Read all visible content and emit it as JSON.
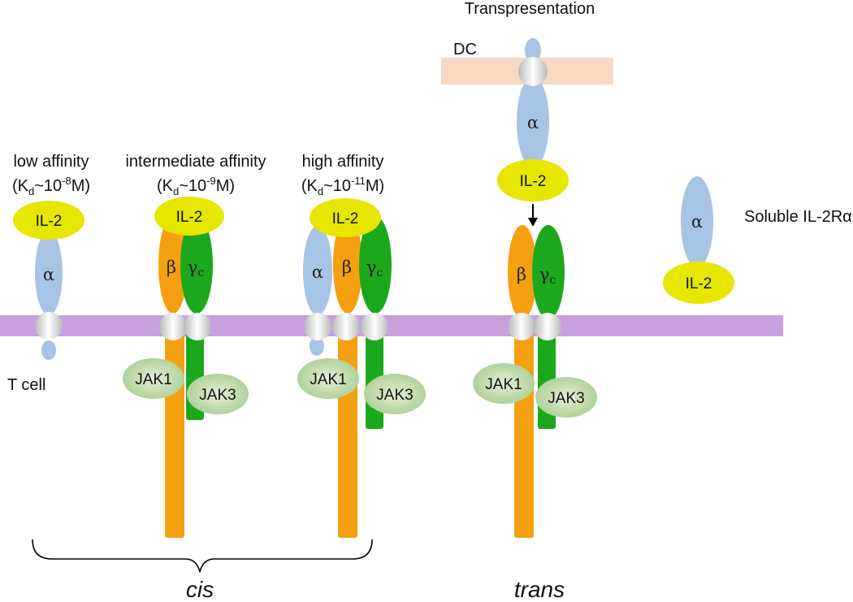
{
  "title": "Transpresentation",
  "dc_label": "DC",
  "t_cell_label": "T cell",
  "affinities": {
    "low": {
      "name": "low affinity",
      "kd_prefix": "(K",
      "kd_sub": "d",
      "kd_mid": "~10",
      "kd_exp": "-8",
      "kd_suffix": "M)"
    },
    "intermediate": {
      "name": "intermediate affinity",
      "kd_prefix": "(K",
      "kd_sub": "d",
      "kd_mid": "~10",
      "kd_exp": "-9",
      "kd_suffix": "M)"
    },
    "high": {
      "name": "high affinity",
      "kd_prefix": "(K",
      "kd_sub": "d",
      "kd_mid": "~10",
      "kd_exp": "-11",
      "kd_suffix": "M)"
    }
  },
  "molecules": {
    "il2": "IL-2",
    "alpha": "α",
    "beta": "β",
    "gamma": "γ",
    "gamma_sub": "c",
    "jak1": "JAK1",
    "jak3": "JAK3"
  },
  "soluble_label": "Soluble IL-2Rα",
  "cis_label": "cis",
  "trans_label": "trans",
  "colors": {
    "membrane": "#c8a0e0",
    "dc_membrane": "#f8d8c0",
    "il2": "#e6e600",
    "alpha": "#a8c4e4",
    "beta": "#f5a010",
    "gamma": "#1ca81c",
    "jak": "#b8d8a0"
  }
}
